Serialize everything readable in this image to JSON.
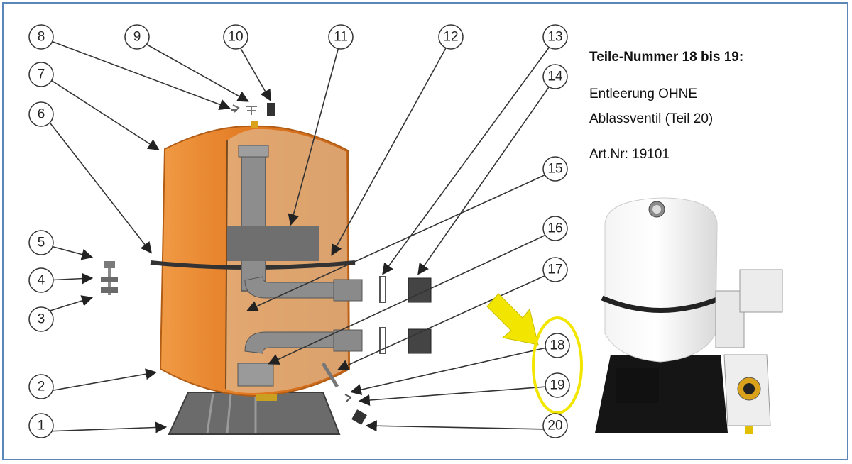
{
  "callouts": [
    {
      "id": "1",
      "label": "1"
    },
    {
      "id": "2",
      "label": "2"
    },
    {
      "id": "3",
      "label": "3"
    },
    {
      "id": "4",
      "label": "4"
    },
    {
      "id": "5",
      "label": "5"
    },
    {
      "id": "6",
      "label": "6"
    },
    {
      "id": "7",
      "label": "7"
    },
    {
      "id": "8",
      "label": "8"
    },
    {
      "id": "9",
      "label": "9"
    },
    {
      "id": "10",
      "label": "10"
    },
    {
      "id": "11",
      "label": "11"
    },
    {
      "id": "12",
      "label": "12"
    },
    {
      "id": "13",
      "label": "13"
    },
    {
      "id": "14",
      "label": "14"
    },
    {
      "id": "15",
      "label": "15"
    },
    {
      "id": "16",
      "label": "16"
    },
    {
      "id": "17",
      "label": "17"
    },
    {
      "id": "18",
      "label": "18"
    },
    {
      "id": "19",
      "label": "19"
    },
    {
      "id": "20",
      "label": "20"
    }
  ],
  "info": {
    "heading": "Teile-Nummer 18 bis 19:",
    "line1": "Entleerung OHNE",
    "line2": "Ablassventil (Teil 20)",
    "art": "Art.Nr: 19101"
  },
  "colors": {
    "frame": "#5a86b8",
    "tank": "#e8822a",
    "highlight": "#f2e600",
    "pipe": "#8a8a8a",
    "base": "#6b6b6b"
  },
  "icons": {
    "arrow": "yellow-arrow-icon",
    "highlight": "yellow-ellipse-highlight"
  }
}
